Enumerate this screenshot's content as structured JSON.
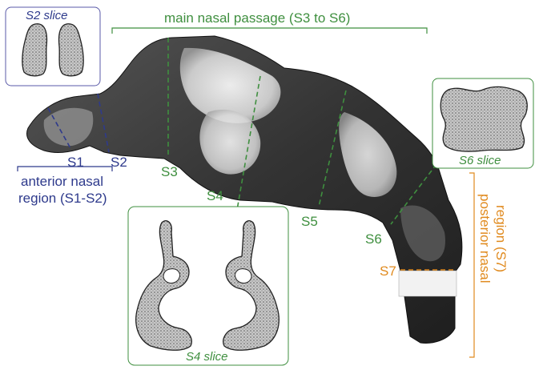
{
  "colors": {
    "anterior": "#2e3a8c",
    "main": "#3f8f3f",
    "posterior": "#e08a1e",
    "tissue_dark": "#2b2b2b",
    "tissue_light": "#e6e6e6",
    "slice_fill": "#bdbdbd"
  },
  "labels": {
    "main_passage": "main nasal passage (S3 to S6)",
    "anterior_line1": "anterior nasal",
    "anterior_line2": "region (S1-S2)",
    "posterior_line1": "posterior nasal",
    "posterior_line2": "region (S7)"
  },
  "slice_labels": {
    "s1": "S1",
    "s2": "S2",
    "s3": "S3",
    "s4": "S4",
    "s5": "S5",
    "s6": "S6",
    "s7": "S7"
  },
  "insets": {
    "s2": "S2 slice",
    "s4": "S4 slice",
    "s6": "S6 slice"
  }
}
